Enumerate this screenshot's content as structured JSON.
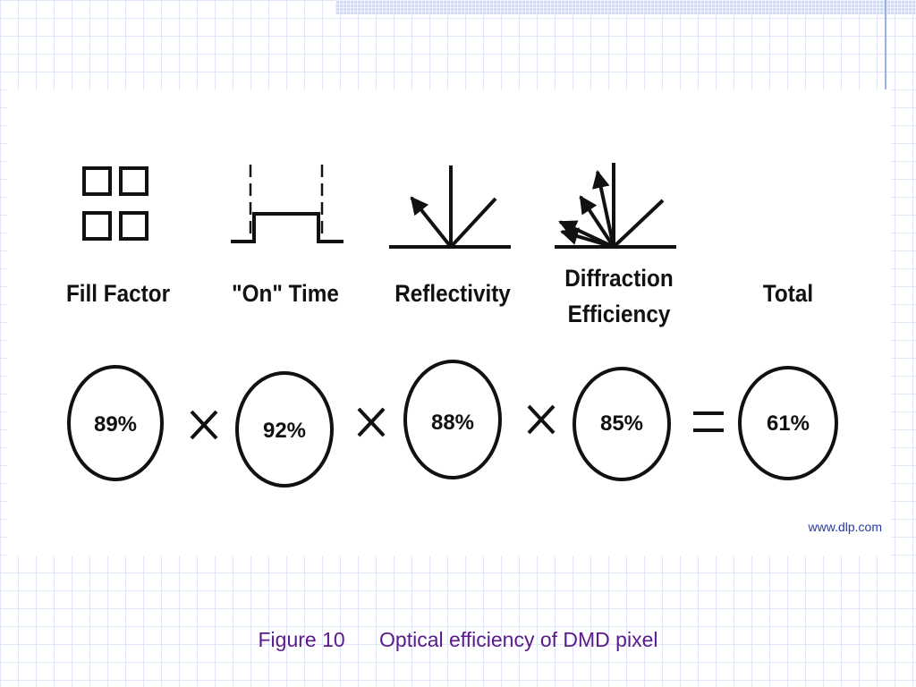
{
  "figure": {
    "labels": {
      "fill_factor": "Fill Factor",
      "on_time": "\"On\" Time",
      "reflectivity": "Reflectivity",
      "diffraction_line1": "Diffraction",
      "diffraction_line2": "Efficiency",
      "total": "Total"
    },
    "values": {
      "fill_factor": "89%",
      "on_time": "92%",
      "reflectivity": "88%",
      "diffraction": "85%",
      "total": "61%"
    },
    "operators": {
      "times": "×",
      "equals": "="
    },
    "source": "www.dlp.com"
  },
  "caption": {
    "number": "Figure 10",
    "title": "Optical efficiency of DMD pixel"
  }
}
